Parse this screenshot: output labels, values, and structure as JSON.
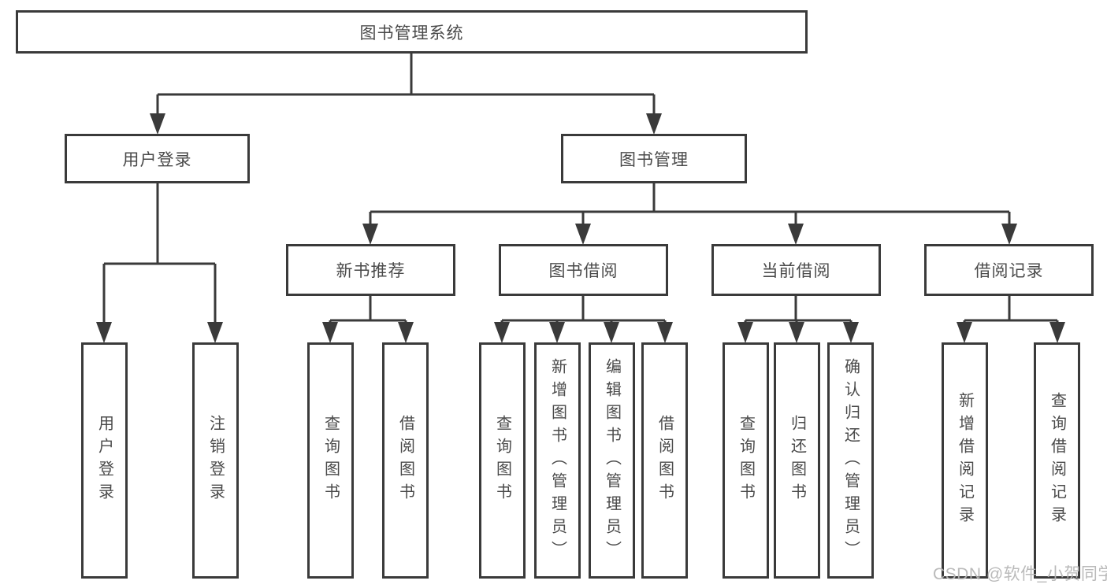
{
  "tree": {
    "root": "图书管理系统",
    "branches": [
      {
        "label": "用户登录",
        "children": [
          "用户登录",
          "注销登录"
        ]
      },
      {
        "label": "图书管理",
        "sections": [
          {
            "label": "新书推荐",
            "children": [
              "查询图书",
              "借阅图书"
            ]
          },
          {
            "label": "图书借阅",
            "children": [
              "查询图书",
              "新增图书（管理员）",
              "编辑图书（管理员）",
              "借阅图书"
            ]
          },
          {
            "label": "当前借阅",
            "children": [
              "查询图书",
              "归还图书",
              "确认归还（管理员）"
            ]
          },
          {
            "label": "借阅记录",
            "children": [
              "新增借阅记录",
              "查询借阅记录"
            ]
          }
        ]
      }
    ]
  },
  "watermark": "CSDN @软件_小贺同学",
  "colors": {
    "line": "#3a3a3a",
    "box_border": "#3a3a3a",
    "text": "#4a4a4a",
    "watermark": "#b6b6b6",
    "background": "#ffffff"
  }
}
